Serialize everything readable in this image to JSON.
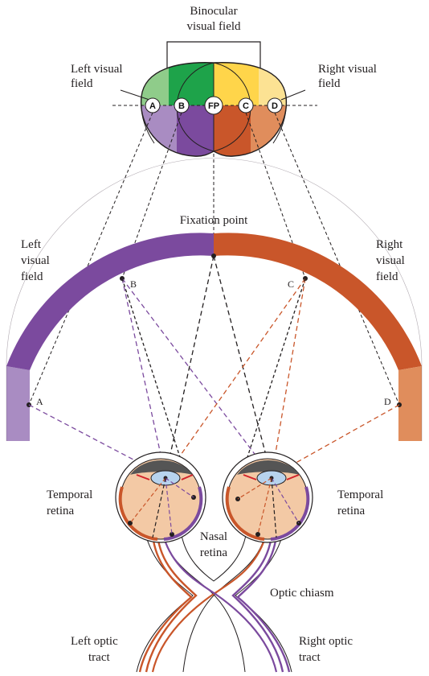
{
  "labels": {
    "binocular_1": "Binocular",
    "binocular_2": "visual field",
    "left_top_1": "Left visual",
    "left_top_2": "field",
    "right_top_1": "Right visual",
    "right_top_2": "field",
    "fixation": "Fixation point",
    "left_arc_1": "Left",
    "left_arc_2": "visual",
    "left_arc_3": "field",
    "right_arc_1": "Right",
    "right_arc_2": "visual",
    "right_arc_3": "field",
    "temporal_left_1": "Temporal",
    "temporal_left_2": "retina",
    "temporal_right_1": "Temporal",
    "temporal_right_2": "retina",
    "nasal_1": "Nasal",
    "nasal_2": "retina",
    "optic_chiasm": "Optic chiasm",
    "left_tract_1": "Left optic",
    "left_tract_2": "tract",
    "right_tract_1": "Right optic",
    "right_tract_2": "tract"
  },
  "points": {
    "A": "A",
    "B": "B",
    "FP": "FP",
    "C": "C",
    "D": "D"
  },
  "colors": {
    "left_field": "#7b4a9e",
    "left_field_light": "#a98cc2",
    "right_field": "#c9562a",
    "right_field_light": "#e08d5c",
    "binocular_green_light": "#8fcc8a",
    "binocular_green": "#1ea34a",
    "binocular_yellow": "#ffd54a",
    "binocular_yellow_light": "#fce293",
    "eye_interior": "#f3c9a5",
    "line_dark": "#231f20"
  }
}
